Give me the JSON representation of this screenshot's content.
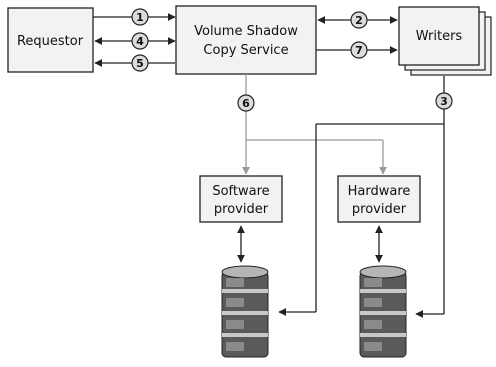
{
  "nodes": {
    "requestor": "Requestor",
    "vss_line1": "Volume Shadow",
    "vss_line2": "Copy Service",
    "writers": "Writers",
    "software_line1": "Software",
    "software_line2": "provider",
    "hardware_line1": "Hardware",
    "hardware_line2": "provider"
  },
  "steps": {
    "s1": "1",
    "s2": "2",
    "s3": "3",
    "s4": "4",
    "s5": "5",
    "s6": "6",
    "s7": "7"
  }
}
